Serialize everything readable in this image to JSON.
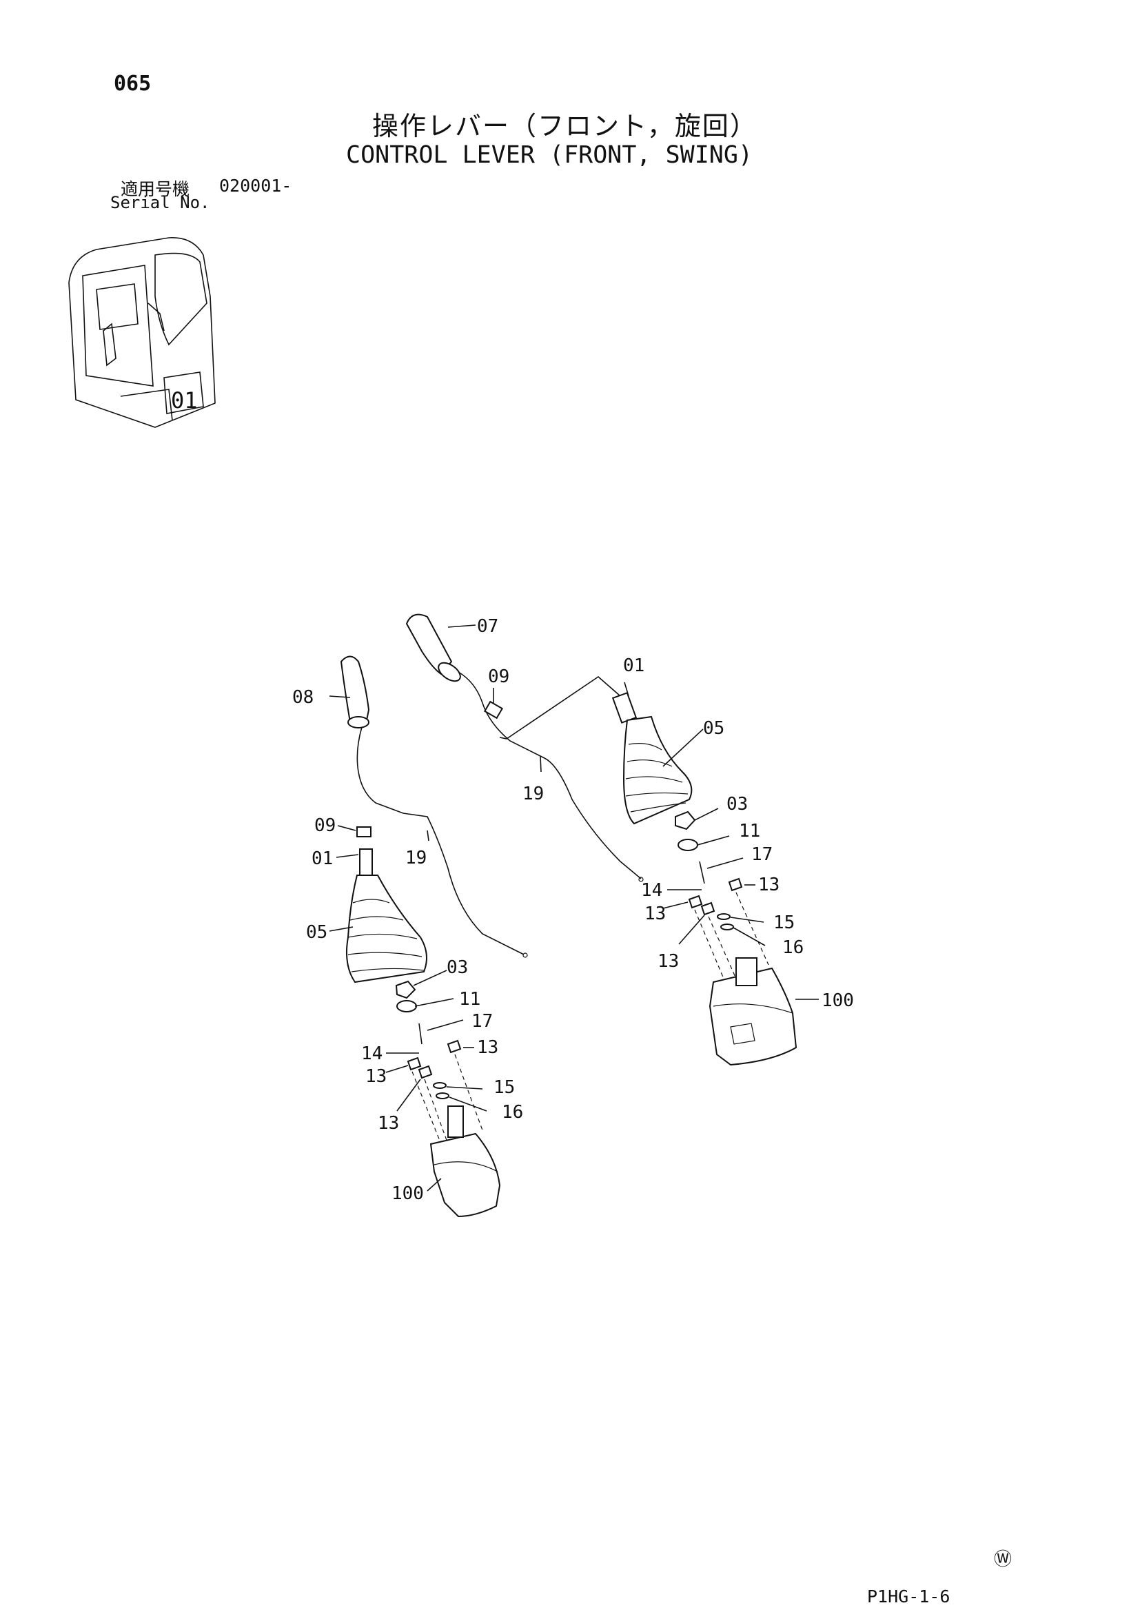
{
  "header": {
    "page_number": "065",
    "title_jp": "操作レバー（フロント，旋回）",
    "title_en": "CONTROL LEVER (FRONT, SWING)",
    "serial_label_jp": "適用号機",
    "serial_value": "020001-",
    "serial_label_en": "Serial No."
  },
  "diagram": {
    "labels": [
      {
        "id": "lbl-07",
        "text": "07"
      },
      {
        "id": "lbl-08",
        "text": "08"
      },
      {
        "id": "lbl-09-right",
        "text": "09"
      },
      {
        "id": "lbl-01-right",
        "text": "01"
      },
      {
        "id": "lbl-05-right",
        "text": "05"
      },
      {
        "id": "lbl-19-right",
        "text": "19"
      },
      {
        "id": "lbl-03-right",
        "text": "03"
      },
      {
        "id": "lbl-11-right",
        "text": "11"
      },
      {
        "id": "lbl-17-right",
        "text": "17"
      },
      {
        "id": "lbl-14-right",
        "text": "14"
      },
      {
        "id": "lbl-13-right-a",
        "text": "13"
      },
      {
        "id": "lbl-13-right-b",
        "text": "13"
      },
      {
        "id": "lbl-13-right-c",
        "text": "13"
      },
      {
        "id": "lbl-15-right",
        "text": "15"
      },
      {
        "id": "lbl-16-right",
        "text": "16"
      },
      {
        "id": "lbl-100-right",
        "text": "100"
      },
      {
        "id": "lbl-09-left",
        "text": "09"
      },
      {
        "id": "lbl-01-left",
        "text": "01"
      },
      {
        "id": "lbl-19-left",
        "text": "19"
      },
      {
        "id": "lbl-05-left",
        "text": "05"
      },
      {
        "id": "lbl-03-left",
        "text": "03"
      },
      {
        "id": "lbl-11-left",
        "text": "11"
      },
      {
        "id": "lbl-17-left",
        "text": "17"
      },
      {
        "id": "lbl-14-left",
        "text": "14"
      },
      {
        "id": "lbl-13-left-a",
        "text": "13"
      },
      {
        "id": "lbl-13-left-b",
        "text": "13"
      },
      {
        "id": "lbl-13-left-c",
        "text": "13"
      },
      {
        "id": "lbl-15-left",
        "text": "15"
      },
      {
        "id": "lbl-16-left",
        "text": "16"
      },
      {
        "id": "lbl-100-left",
        "text": "100"
      }
    ]
  },
  "footer": {
    "mark": "Ⓦ",
    "code": "P1HG-1-6"
  }
}
